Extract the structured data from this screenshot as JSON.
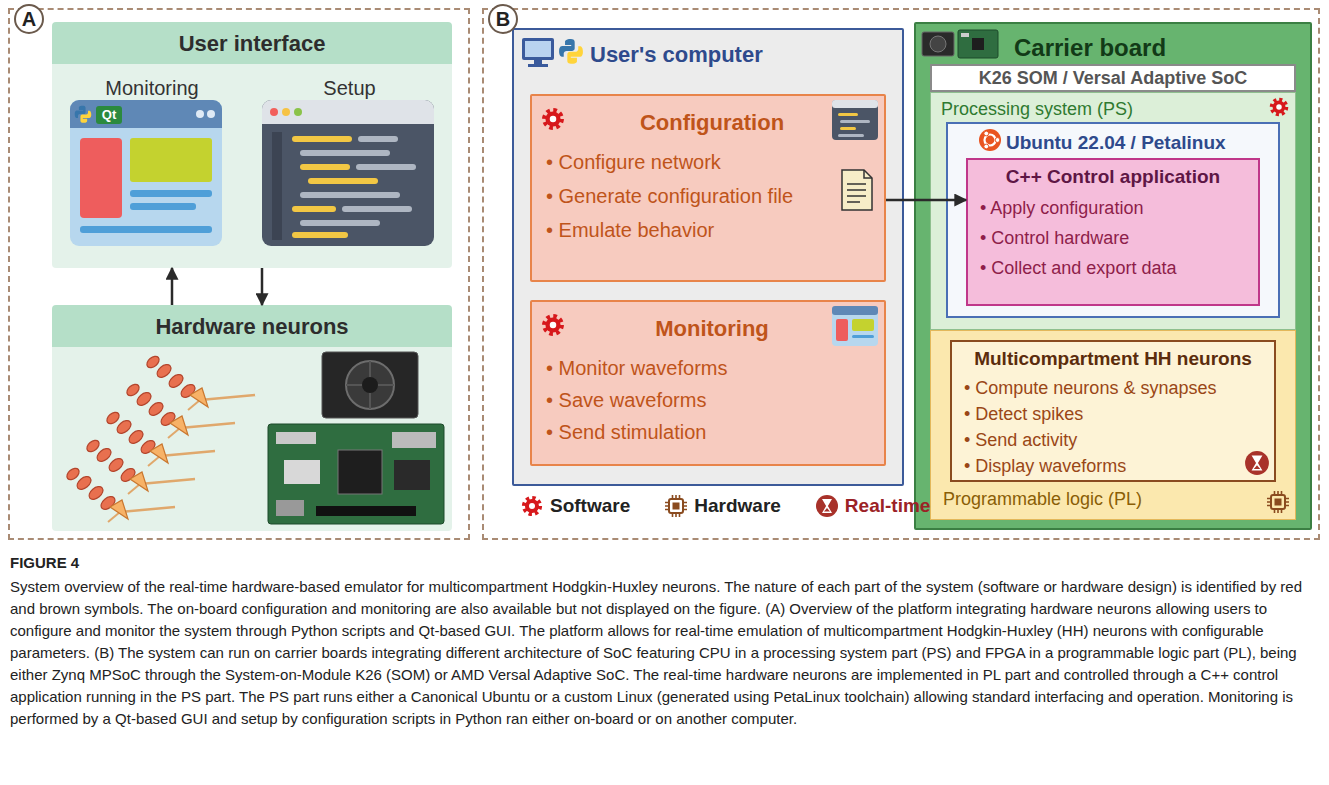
{
  "diagram": {
    "caption": "System overview of the real-time hardware-based emulator for multicompartment Hodgkin-Huxley neurons. The nature of each part of the system (software or hardware design) is identified by red and brown symbols. The on-board configuration and monitoring are also available but not displayed on the figure. (A) Overview of the platform integrating hardware neurons allowing users to configure and monitor the system through Python scripts and Qt-based GUI. The platform allows for real-time emulation of multicompartment Hodgkin-Huxley (HH) neurons with configurable parameters. (B) The system can run on carrier boards integrating different architecture of SoC featuring CPU in a processing system part (PS) and FPGA in a programmable logic part (PL), being either Zynq MPSoC through the System-on-Module K26 (SOM) or AMD Versal Adaptive SoC. The real-time hardware neurons are implemented in PL part and controlled through a C++ control application running in the PS part. The PS part runs either a Canonical Ubuntu or a custom Linux (generated using PetaLinux toolchain) allowing standard interfacing and operation. Monitoring is performed by a Qt-based GUI and setup by configuration scripts in Python ran either on-board or on another computer.",
    "nodes": [
      {
        "text": [
          "A"
        ]
      },
      {
        "text": [
          "User interface",
          "Monitoring",
          "Setup"
        ],
        "in": 0
      },
      {
        "text": [
          "Hardware neurons"
        ],
        "in": 0
      },
      {
        "text": [
          "B"
        ]
      },
      {
        "text": [
          "User's computer"
        ],
        "in": 3
      },
      {
        "text": [
          "Configuration",
          "• Configure network",
          "• Generate configuration file",
          "• Emulate behavior"
        ],
        "in": 4
      },
      {
        "text": [
          "Monitoring",
          "• Monitor waveforms",
          "• Save waveforms",
          "• Send stimulation"
        ],
        "in": 4
      },
      {
        "text": [
          "Carrier board"
        ],
        "in": 3
      },
      {
        "text": [
          "K26 SOM / Versal Adaptive SoC"
        ],
        "in": 7
      },
      {
        "text": [
          "Processing system (PS)"
        ],
        "in": 7
      },
      {
        "text": [
          "Ubuntu 22.04 / Petalinux"
        ],
        "in": 9
      },
      {
        "text": [
          "C++ Control application",
          "• Apply configuration",
          "• Control hardware",
          "• Collect and export data"
        ],
        "in": 10
      },
      {
        "text": [
          "Programmable logic (PL)"
        ],
        "in": 7
      },
      {
        "text": [
          "Multicompartment HH neurons",
          "• Compute neurons & synapses",
          "• Detect spikes",
          "• Send activity",
          "• Display waveforms"
        ],
        "in": 12
      }
    ],
    "edges": [
      {
        "from": 2,
        "to": 1,
        "arrow": "to"
      },
      {
        "from": 1,
        "to": 2,
        "arrow": "to"
      },
      {
        "from": 5,
        "to": 11,
        "arrow": "to"
      }
    ],
    "labels": [
      "Qt",
      "FIGURE 4"
    ],
    "legend": [
      {
        "text": "Software"
      },
      {
        "text": "Hardware"
      },
      {
        "text": "Real-time"
      }
    ]
  }
}
